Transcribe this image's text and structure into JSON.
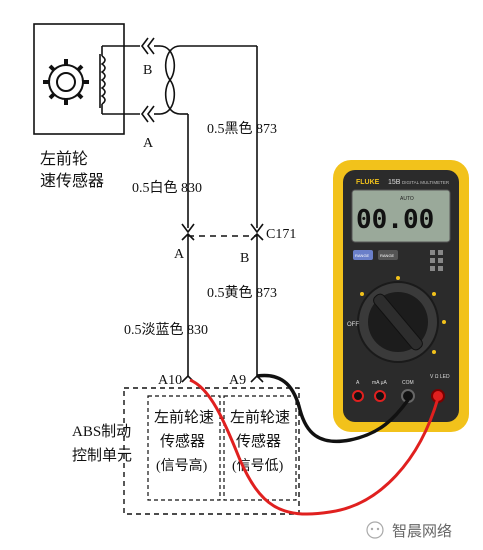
{
  "sensor": {
    "label_line1": "左前轮",
    "label_line2": "速传感器"
  },
  "connector_top": {
    "pin_a": "A",
    "pin_b": "B"
  },
  "wires_top": {
    "left_wire": "0.5白色  830",
    "right_wire": "0.5黑色  873"
  },
  "connector_c171": {
    "pin_a": "A",
    "pin_b": "B",
    "name": "C171"
  },
  "wires_bottom": {
    "left_wire": "0.5淡蓝色  830",
    "right_wire": "0.5黄色  873"
  },
  "abs_unit": {
    "pin_a10": "A10",
    "pin_a9": "A9",
    "name_line1": "ABS制动",
    "name_line2": "控制单元",
    "box1_line1": "左前轮速",
    "box1_line2": "传感器",
    "box1_line3": "(信号高)",
    "box2_line1": "左前轮速",
    "box2_line2": "传感器",
    "box2_line3": "(信号低)"
  },
  "multimeter": {
    "brand": "FLUKE",
    "model": "15B",
    "model_desc": "DIGITAL MULTIMETER",
    "display_value": "00.00",
    "display_mode": "AUTO",
    "btn_left": "RANGE",
    "btn_right": "RANGE",
    "port_labels": [
      "A",
      "mA μA",
      "COM",
      "V Ω LED"
    ],
    "dial_off": "OFF"
  },
  "watermark": {
    "text": "智晨网络"
  },
  "colors": {
    "meter_yellow": "#f2c21b",
    "meter_body": "#2b2b2b",
    "probe_red": "#e0201f",
    "probe_black": "#111111"
  }
}
